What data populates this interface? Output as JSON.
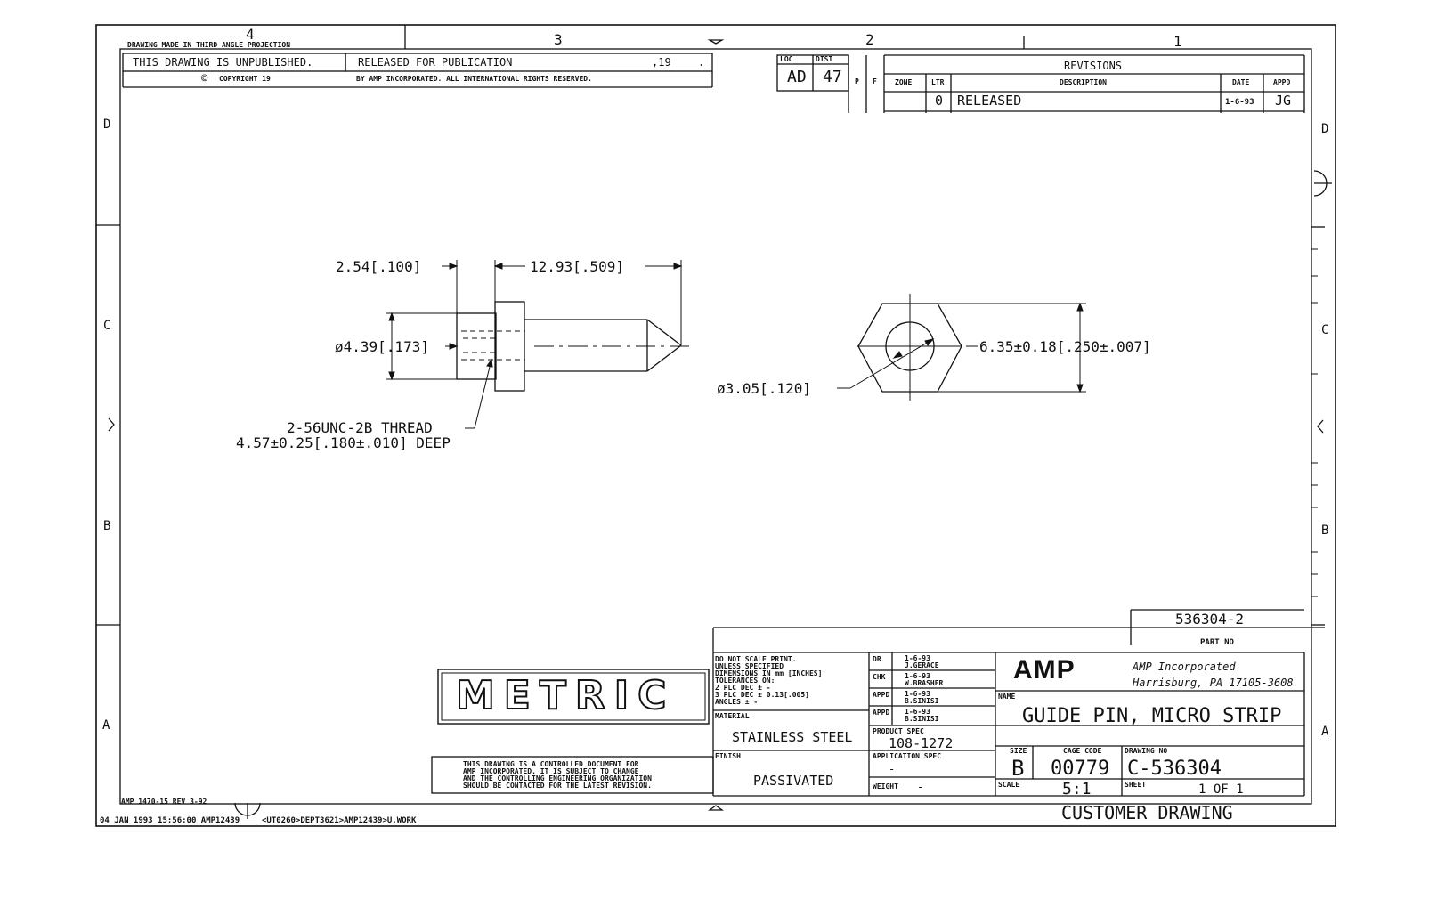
{
  "zones": {
    "columns": [
      "4",
      "3",
      "2",
      "1"
    ],
    "rows": [
      "D",
      "C",
      "B",
      "A"
    ]
  },
  "header": {
    "projection_note": "DRAWING MADE IN THIRD ANGLE PROJECTION",
    "unpublished": "THIS DRAWING IS UNPUBLISHED.",
    "released_for_publication": "RELEASED FOR PUBLICATION",
    "year": ",19",
    "dot": ".",
    "copyright": "COPYRIGHT 19",
    "copyright_symbol": "©",
    "rights": "BY AMP INCORPORATED.  ALL INTERNATIONAL RIGHTS RESERVED."
  },
  "loc_dist": {
    "loc_label": "LOC",
    "dist_label": "DIST",
    "loc_value": "AD",
    "dist_value": "47",
    "p_label": "P",
    "f_label": "F"
  },
  "revisions": {
    "title": "REVISIONS",
    "headers": {
      "zone": "ZONE",
      "ltr": "LTR",
      "description": "DESCRIPTION",
      "date": "DATE",
      "appd": "APPD"
    },
    "rows": [
      {
        "zone": "",
        "ltr": "0",
        "description": "RELEASED",
        "date": "1-6-93",
        "appd": "JG"
      }
    ]
  },
  "dimensions": {
    "d1": "2.54[.100]",
    "d2": "12.93[.509]",
    "d3": "ø4.39[.173]",
    "thread_1": "2-56UNC-2B THREAD",
    "thread_2": "4.57±0.25[.180±.010] DEEP",
    "d4": "6.35±0.18[.250±.007]",
    "d5": "ø3.05[.120]"
  },
  "metric_stamp": "METRIC",
  "controlled_note": [
    "THIS DRAWING IS A CONTROLLED DOCUMENT FOR",
    "AMP INCORPORATED. IT IS SUBJECT TO CHANGE",
    "AND THE CONTROLLING ENGINEERING ORGANIZATION",
    "SHOULD BE CONTACTED FOR THE LATEST REVISION."
  ],
  "title_block": {
    "part_no_value": "536304-2",
    "part_no_label": "PART NO",
    "notes": [
      "DO NOT SCALE PRINT.",
      "UNLESS SPECIFIED",
      "DIMENSIONS IN mm [INCHES]",
      "TOLERANCES ON:",
      "2 PLC DEC ± -",
      "3 PLC DEC ± 0.13[.005]",
      "ANGLES    ± -"
    ],
    "material_label": "MATERIAL",
    "material_value": "STAINLESS STEEL",
    "finish_label": "FINISH",
    "finish_value": "PASSIVATED",
    "signoffs": [
      {
        "label": "DR",
        "date": "1-6-93",
        "name": "J.GERACE"
      },
      {
        "label": "CHK",
        "date": "1-6-93",
        "name": "W.BRASHER"
      },
      {
        "label": "APPD",
        "date": "1-6-93",
        "name": "B.SINISI"
      },
      {
        "label": "APPD",
        "date": "1-6-93",
        "name": "B.SINISI"
      }
    ],
    "product_spec_label": "PRODUCT SPEC",
    "product_spec_value": "108-1272",
    "application_spec_label": "APPLICATION SPEC",
    "application_spec_value": "-",
    "weight_label": "WEIGHT",
    "weight_value": "-",
    "company_logo": "AMP",
    "company_name": "AMP Incorporated",
    "company_address": "Harrisburg, PA 17105-3608",
    "name_label": "NAME",
    "name_value": "GUIDE PIN, MICRO STRIP",
    "size_label": "SIZE",
    "size_value": "B",
    "cage_code_label": "CAGE CODE",
    "cage_code_value": "00779",
    "drawing_no_label": "DRAWING NO",
    "drawing_no_value": "C-536304",
    "scale_label": "SCALE",
    "scale_value": "5:1",
    "sheet_label": "SHEET",
    "sheet_value": "1 OF 1",
    "customer_drawing": "CUSTOMER DRAWING"
  },
  "footer": {
    "form_no": "AMP 1470-15 REV 3-92",
    "timestamp": "04 JAN 1993 15:56:00 AMP12439",
    "path": "<UT0260>DEPT3621>AMP12439>U.WORK"
  }
}
